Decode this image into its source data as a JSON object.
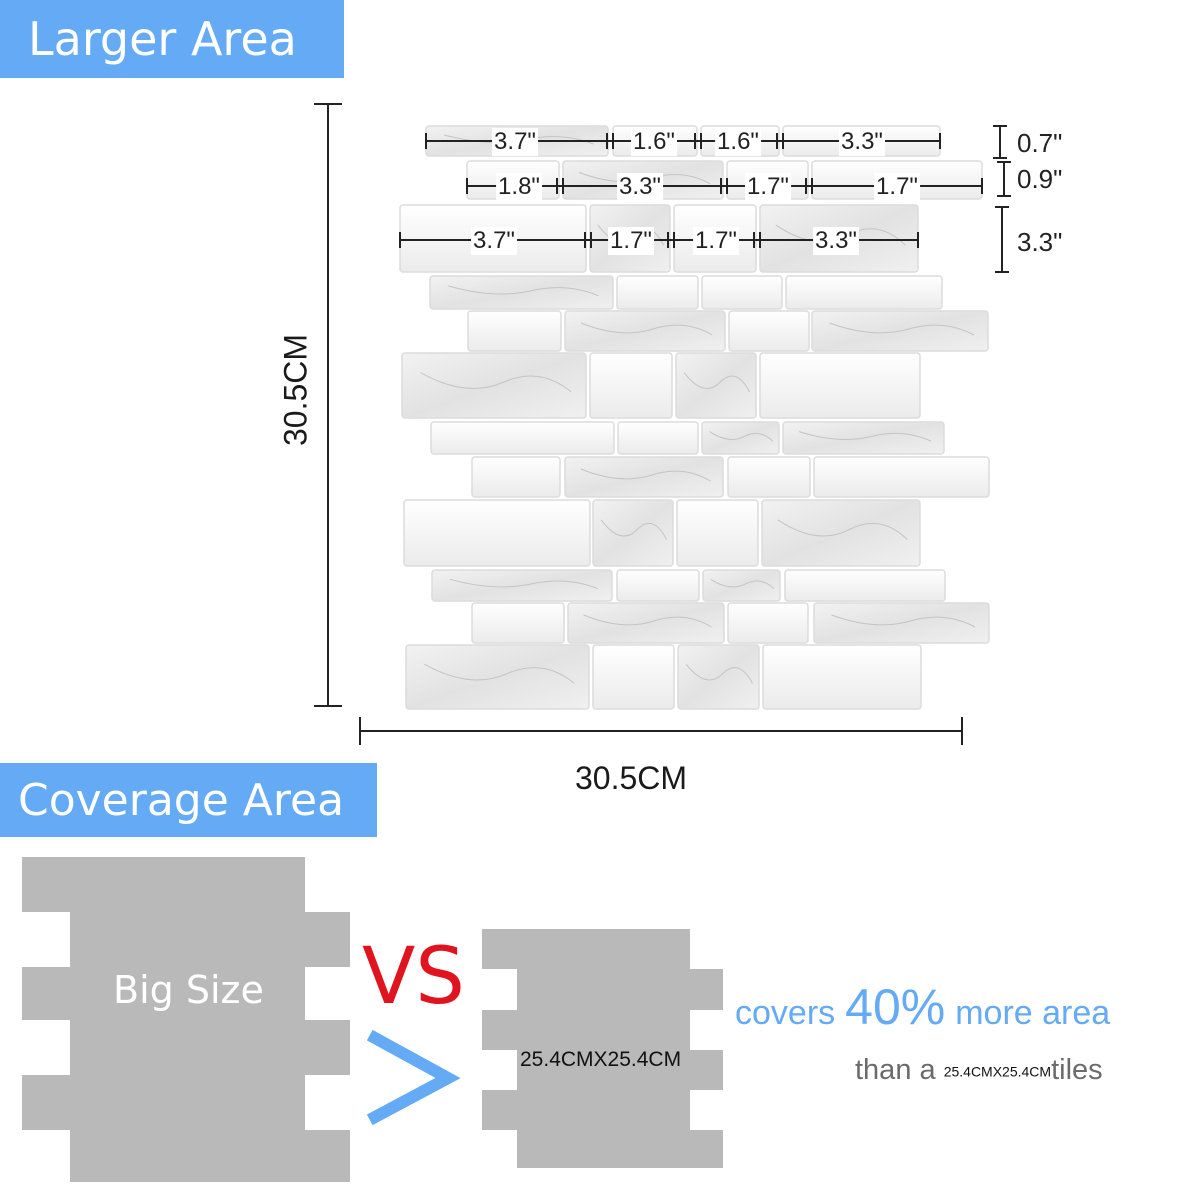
{
  "header": {
    "title": "Larger Area"
  },
  "measurements": {
    "height": "30.5CM",
    "width": "30.5CM",
    "row1": {
      "dims": [
        "3.7\"",
        "1.6\"",
        "1.6\"",
        "3.3\""
      ],
      "height": "0.7\""
    },
    "row2": {
      "dims": [
        "1.8\"",
        "3.3\"",
        "1.7\"",
        "1.7\""
      ],
      "height": "0.9\""
    },
    "row3": {
      "dims": [
        "3.7\"",
        "1.7\"",
        "1.7\"",
        "3.3\""
      ],
      "height": "3.3\""
    }
  },
  "coverage": {
    "title": "Coverage Area",
    "big_label": "Big Size",
    "vs": "VS",
    "gt_icon": "greater-than-icon",
    "small_label": "25.4CMX25.4CM",
    "covers_prefix": "covers",
    "covers_pct": "40%",
    "covers_suffix": "more area",
    "than_prefix": "than a",
    "than_size": "25.4CMX25.4CM",
    "than_suffix": "tiles"
  },
  "colors": {
    "banner": "#64aaf5",
    "vs": "#e0141e",
    "tile_gray": "#b9b9b9",
    "accent_text": "#64aaf5"
  }
}
